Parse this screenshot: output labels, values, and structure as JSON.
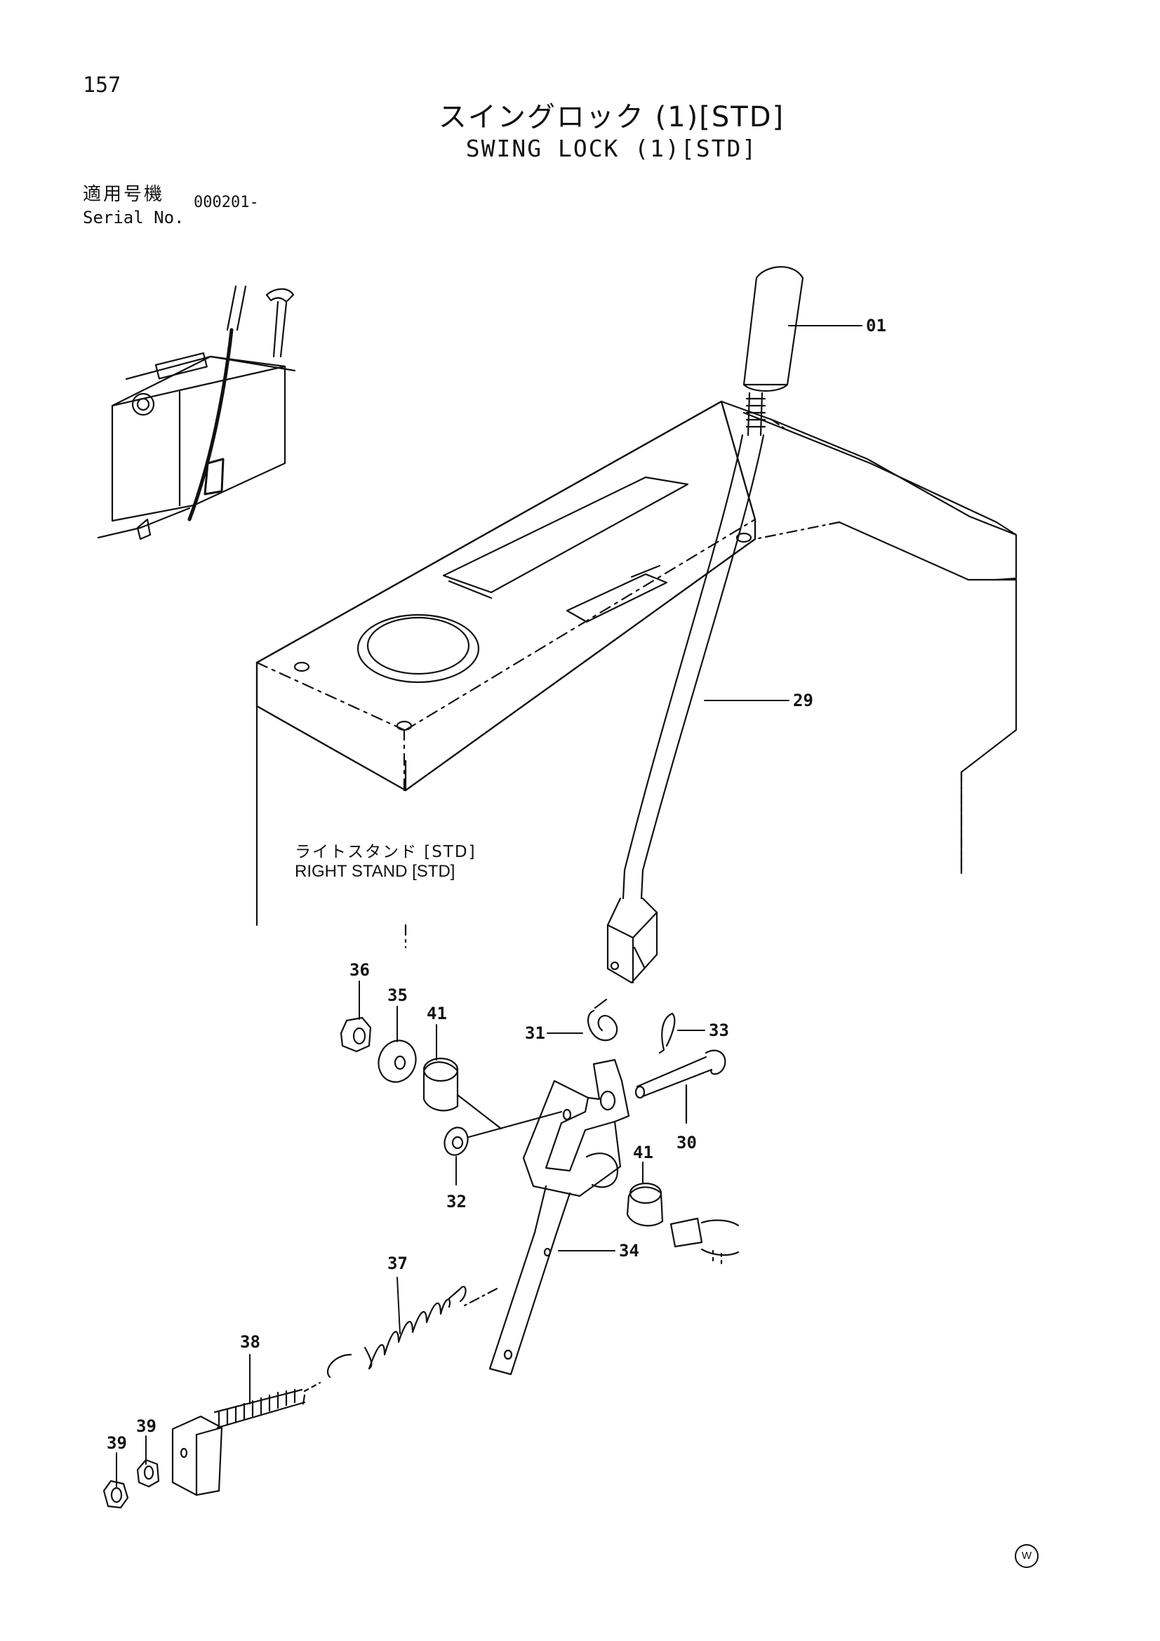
{
  "header": {
    "page_number": "157",
    "title_jp": "スイングロック (1)[STD]",
    "title_en": "SWING LOCK (1)[STD]"
  },
  "serial": {
    "label_jp": "適用号機",
    "label_en": "Serial No.",
    "value": "000201-"
  },
  "stand_label": {
    "jp": "ライトスタンド [STD]",
    "en": "RIGHT STAND [STD]"
  },
  "callouts": {
    "c01": "01",
    "c29": "29",
    "c36": "36",
    "c35": "35",
    "c41a": "41",
    "c31": "31",
    "c33": "33",
    "c30": "30",
    "c41b": "41",
    "c32": "32",
    "c34": "34",
    "c37": "37",
    "c38": "38",
    "c39a": "39",
    "c39b": "39"
  },
  "footer": {
    "mark": "W"
  }
}
